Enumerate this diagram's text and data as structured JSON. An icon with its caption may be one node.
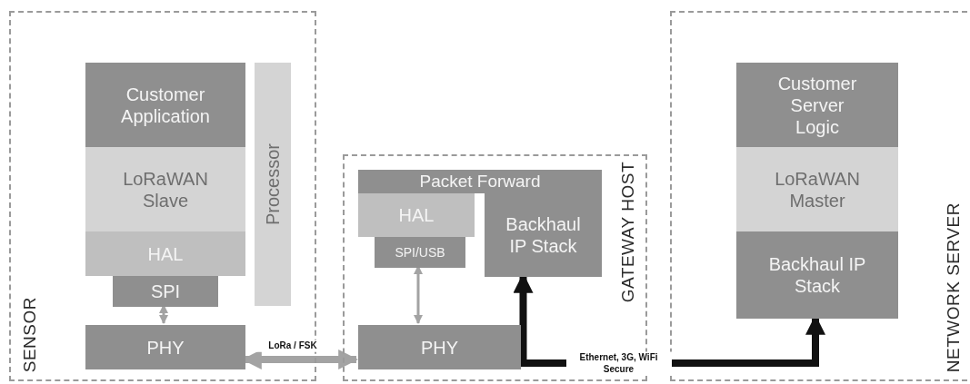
{
  "diagram": {
    "nodes": [
      {
        "text": [
          "SENSOR"
        ]
      },
      {
        "text": [
          "Customer Application"
        ],
        "in": 0
      },
      {
        "text": [
          "LoRaWAN Slave"
        ],
        "in": 0
      },
      {
        "text": [
          "HAL"
        ],
        "in": 0
      },
      {
        "text": [
          "SPI"
        ],
        "in": 0
      },
      {
        "text": [
          "Processor"
        ],
        "in": 0
      },
      {
        "text": [
          "PHY"
        ],
        "in": 0
      },
      {
        "text": [
          "GATEWAY HOST"
        ]
      },
      {
        "text": [
          "Packet Forward"
        ],
        "in": 7
      },
      {
        "text": [
          "HAL"
        ],
        "in": 7
      },
      {
        "text": [
          "SPI/USB"
        ],
        "in": 7
      },
      {
        "text": [
          "Backhaul IP Stack"
        ],
        "in": 7
      },
      {
        "text": [
          "PHY"
        ],
        "in": 7
      },
      {
        "text": [
          "NETWORK SERVER"
        ]
      },
      {
        "text": [
          "Customer Server Logic"
        ],
        "in": 13
      },
      {
        "text": [
          "LoRaWAN Master"
        ],
        "in": 13
      },
      {
        "text": [
          "Backhaul IP Stack"
        ],
        "in": 13
      }
    ],
    "edges": [
      {
        "from": 4,
        "to": 6,
        "arrow": "both"
      },
      {
        "from": 6,
        "to": 12,
        "arrow": "both",
        "label": "LoRa / FSK",
        "style": "thick"
      },
      {
        "from": 10,
        "to": 12,
        "arrow": "both"
      },
      {
        "from": 11,
        "to": 16,
        "arrow": "both",
        "label": "Ethernet, 3G, WiFi Secure",
        "style": "thick",
        "color": "#111111"
      }
    ]
  }
}
